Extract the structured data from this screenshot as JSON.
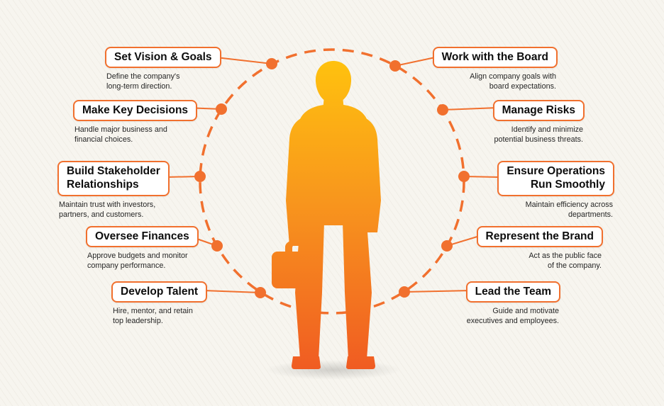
{
  "accent_color": "#f1702e",
  "figure_gradient": {
    "top": "#ffc20e",
    "mid": "#f8961d",
    "bottom": "#f05a22"
  },
  "items_left": [
    {
      "title": "Set Vision & Goals",
      "desc": "Define the company's\nlong-term direction."
    },
    {
      "title": "Make Key Decisions",
      "desc": "Handle major business and\nfinancial choices."
    },
    {
      "title": "Build Stakeholder\nRelationships",
      "desc": "Maintain trust with investors,\npartners, and customers."
    },
    {
      "title": "Oversee Finances",
      "desc": "Approve budgets and monitor\ncompany performance."
    },
    {
      "title": "Develop Talent",
      "desc": "Hire, mentor, and retain\ntop leadership."
    }
  ],
  "items_right": [
    {
      "title": "Work with the Board",
      "desc": "Align company goals with\nboard expectations."
    },
    {
      "title": "Manage Risks",
      "desc": "Identify and minimize\npotential business threats."
    },
    {
      "title": "Ensure Operations\nRun Smoothly",
      "desc": "Maintain efficiency across\ndepartments."
    },
    {
      "title": "Represent the Brand",
      "desc": "Act as the public face\nof the company."
    },
    {
      "title": "Lead the Team",
      "desc": "Guide and motivate\nexecutives and employees."
    }
  ]
}
